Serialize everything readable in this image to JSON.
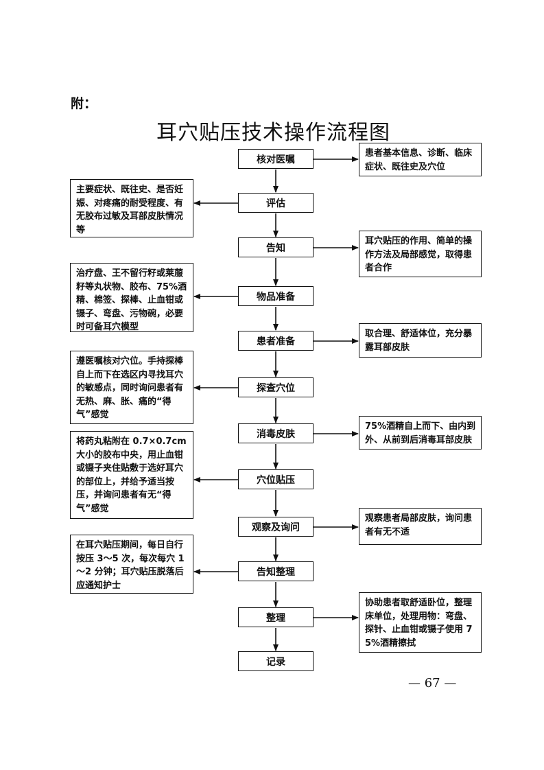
{
  "document": {
    "prefix": "附：",
    "title": "耳穴贴压技术操作流程图",
    "page_number": "— 67 —"
  },
  "steps": [
    {
      "label": "核对医嘱"
    },
    {
      "label": "评估"
    },
    {
      "label": "告知"
    },
    {
      "label": "物品准备"
    },
    {
      "label": "患者准备"
    },
    {
      "label": "探查穴位"
    },
    {
      "label": "消毒皮肤"
    },
    {
      "label": "穴位贴压"
    },
    {
      "label": "观察及询问"
    },
    {
      "label": "告知整理"
    },
    {
      "label": "整理"
    },
    {
      "label": "记录"
    }
  ],
  "notes": [
    {
      "step": "核对医嘱",
      "side": "right",
      "text": "患者基本信息、诊断、临床症状、既往史及穴位"
    },
    {
      "step": "评估",
      "side": "left",
      "text": "主要症状、既往史、是否妊娠、对疼痛的耐受程度、有无胶布过敏及耳部皮肤情况等"
    },
    {
      "step": "告知",
      "side": "right",
      "text": "耳穴贴压的作用、简单的操作方法及局部感觉，取得患者合作"
    },
    {
      "step": "物品准备",
      "side": "left",
      "text": "治疗盘、王不留行籽或莱菔籽等丸状物、胶布、75%酒精、棉签、探棒、止血钳或镊子、弯盘、污物碗，必要时可备耳穴模型"
    },
    {
      "step": "患者准备",
      "side": "right",
      "text": "取合理、舒适体位，充分暴露耳部皮肤"
    },
    {
      "step": "探查穴位",
      "side": "left",
      "text": "遵医嘱核对穴位。手持探棒自上而下在选区内寻找耳穴的敏感点，同时询问患者有无热、麻、胀、痛的“得气”感觉"
    },
    {
      "step": "消毒皮肤",
      "side": "right",
      "text": "75%酒精自上而下、由内到外、从前到后消毒耳部皮肤"
    },
    {
      "step": "穴位贴压",
      "side": "left",
      "text": "将药丸粘附在 0.7×0.7cm 大小的胶布中央，用止血钳或镊子夹住贴敷于选好耳穴的部位上，并给予适当按压，并询问患者有无“得气”感觉"
    },
    {
      "step": "观察及询问",
      "side": "right",
      "text": "观察患者局部皮肤，询问患者有无不适"
    },
    {
      "step": "告知整理",
      "side": "left",
      "text": "在耳穴贴压期间，每日自行按压 3～5 次，每次每穴 1～2 分钟；耳穴贴压脱落后应通知护士"
    },
    {
      "step": "整理",
      "side": "right",
      "text": "协助患者取舒适卧位，整理床单位，处理用物：弯盘、探针、止血钳或镊子使用 75%酒精擦拭"
    }
  ]
}
